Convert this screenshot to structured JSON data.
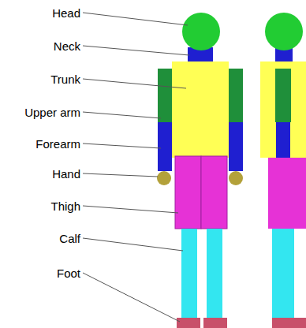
{
  "diagram": {
    "labels": [
      "Head",
      "Neck",
      "Trunk",
      "Upper arm",
      "Forearm",
      "Hand",
      "Thigh",
      "Calf",
      "Foot"
    ]
  }
}
